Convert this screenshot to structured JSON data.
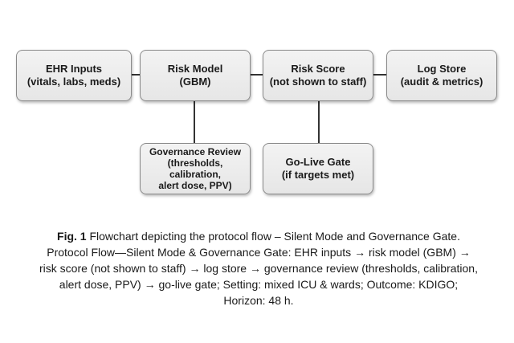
{
  "diagram": {
    "nodes": [
      {
        "id": "ehr",
        "lines": [
          "EHR Inputs",
          "(vitals, labs, meds)"
        ]
      },
      {
        "id": "risk_model",
        "lines": [
          "Risk Model",
          "(GBM)"
        ]
      },
      {
        "id": "risk_score",
        "lines": [
          "Risk Score",
          "(not shown to staff)"
        ]
      },
      {
        "id": "log_store",
        "lines": [
          "Log Store",
          "(audit & metrics)"
        ]
      },
      {
        "id": "governance",
        "lines": [
          "Governance Review",
          "(thresholds,",
          "calibration,",
          "alert dose, PPV)"
        ]
      },
      {
        "id": "go_live",
        "lines": [
          "Go-Live Gate",
          "(if targets met)"
        ]
      }
    ],
    "edges": [
      [
        "ehr",
        "risk_model"
      ],
      [
        "risk_model",
        "risk_score"
      ],
      [
        "risk_score",
        "log_store"
      ],
      [
        "risk_model",
        "governance"
      ],
      [
        "risk_score",
        "go_live"
      ]
    ]
  },
  "caption": {
    "label": "Fig. 1",
    "text": " Flowchart depicting the protocol flow – Silent Mode and Governance Gate. Protocol Flow—Silent Mode & Governance Gate: EHR inputs → risk model (GBM) → risk score (not shown to staff) → log store → governance review (thresholds, calibration, alert dose, PPV) → go-live gate; Setting: mixed ICU & wards; Outcome: KDIGO; Horizon: 48 h."
  }
}
